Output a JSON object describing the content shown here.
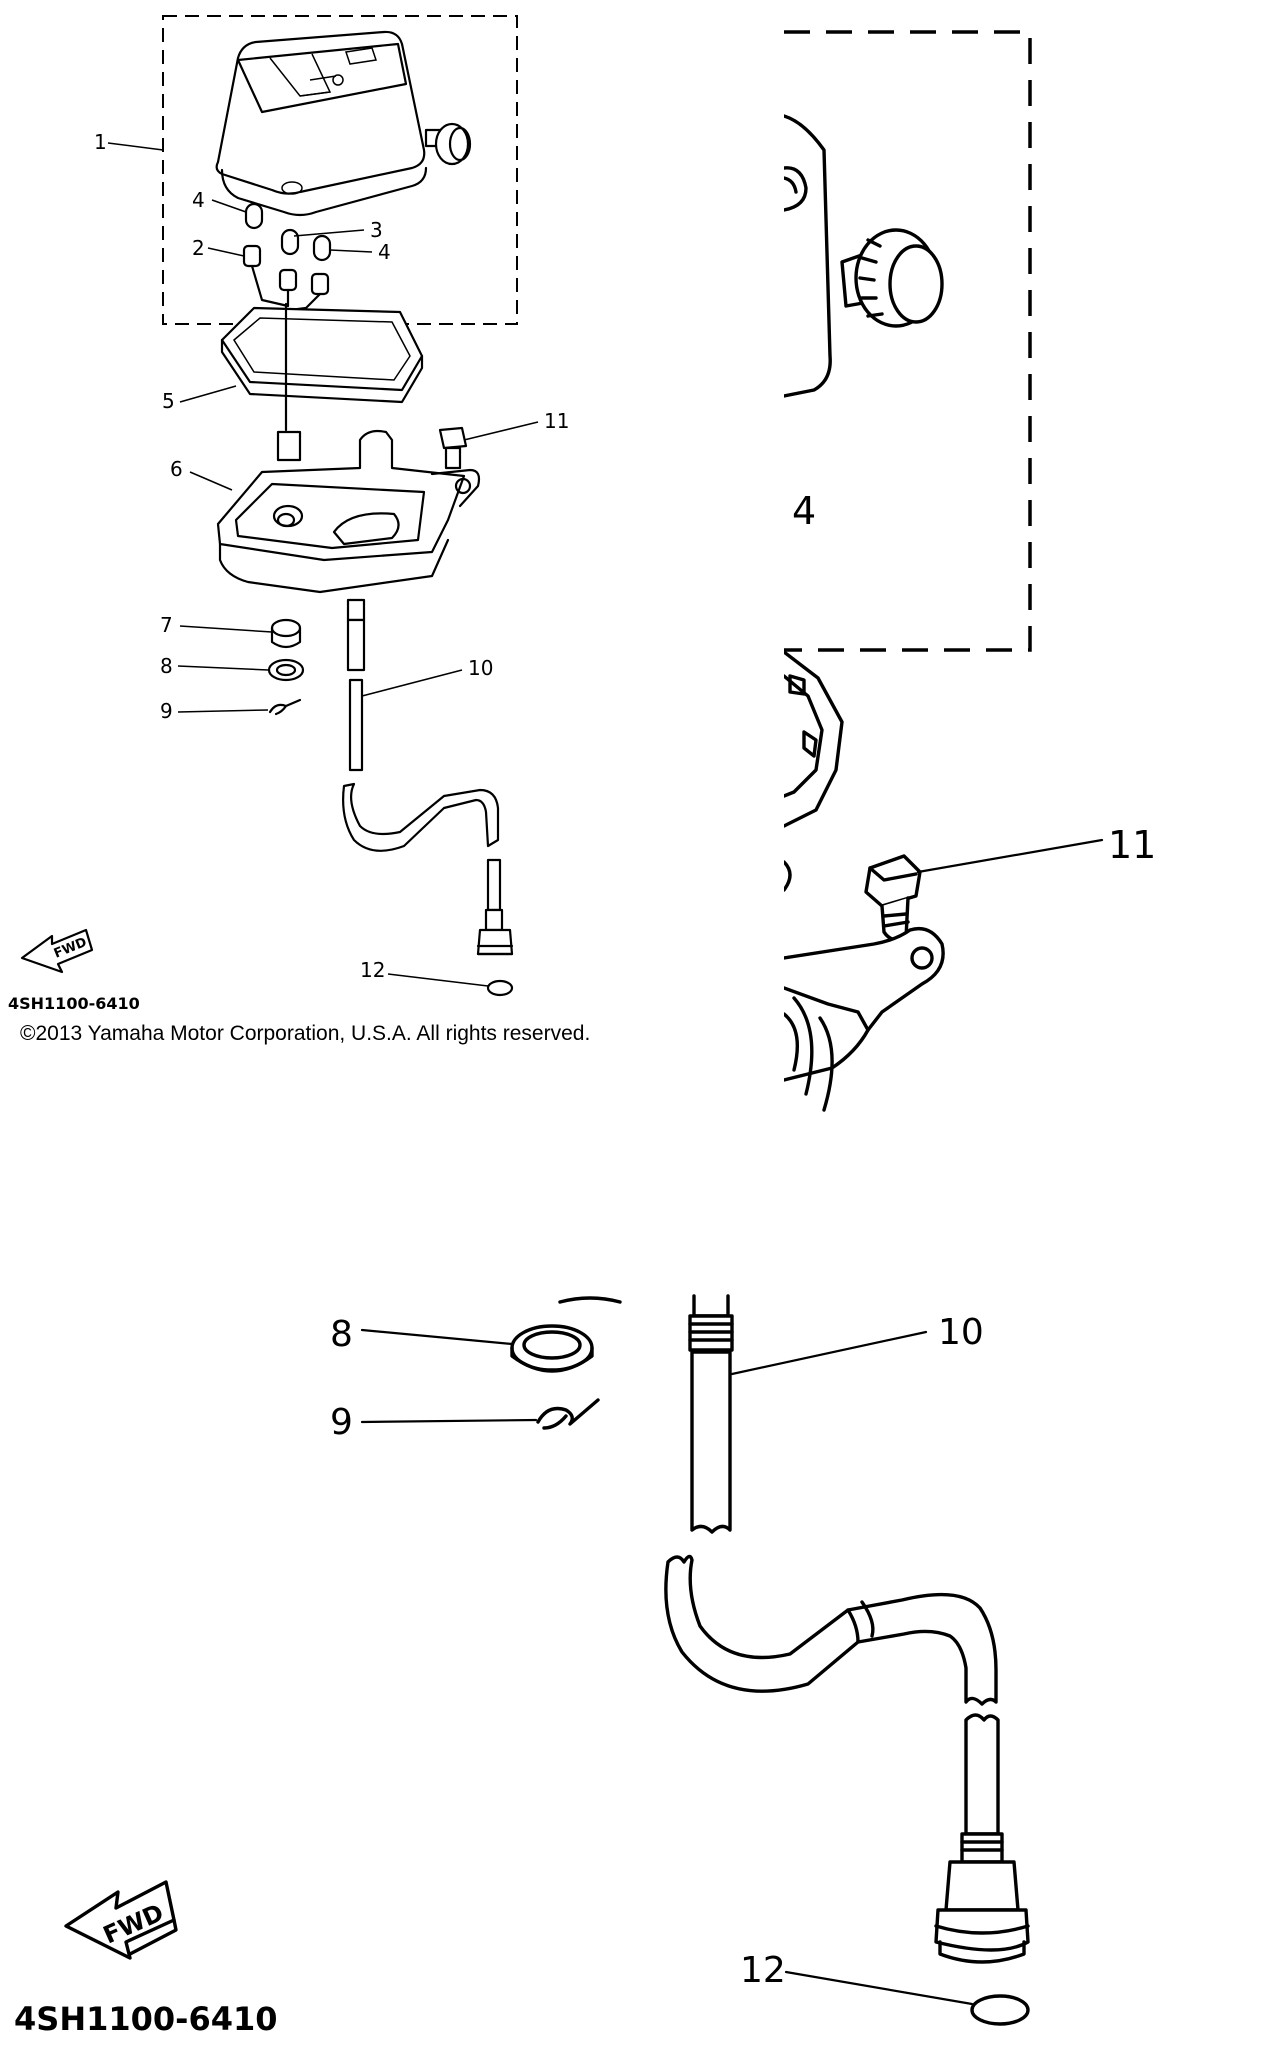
{
  "diagram": {
    "callouts": [
      "1",
      "2",
      "3",
      "4",
      "5",
      "6",
      "7",
      "8",
      "9",
      "10",
      "11",
      "12"
    ],
    "zoom_top_callouts": [
      "4",
      "11"
    ],
    "zoom_bottom_callouts": [
      "8",
      "9",
      "10",
      "12"
    ],
    "fwd_label": "FWD",
    "part_code": "4SH1100-6410",
    "copyright": "©2013 Yamaha Motor Corporation, U.S.A. All rights reserved."
  }
}
